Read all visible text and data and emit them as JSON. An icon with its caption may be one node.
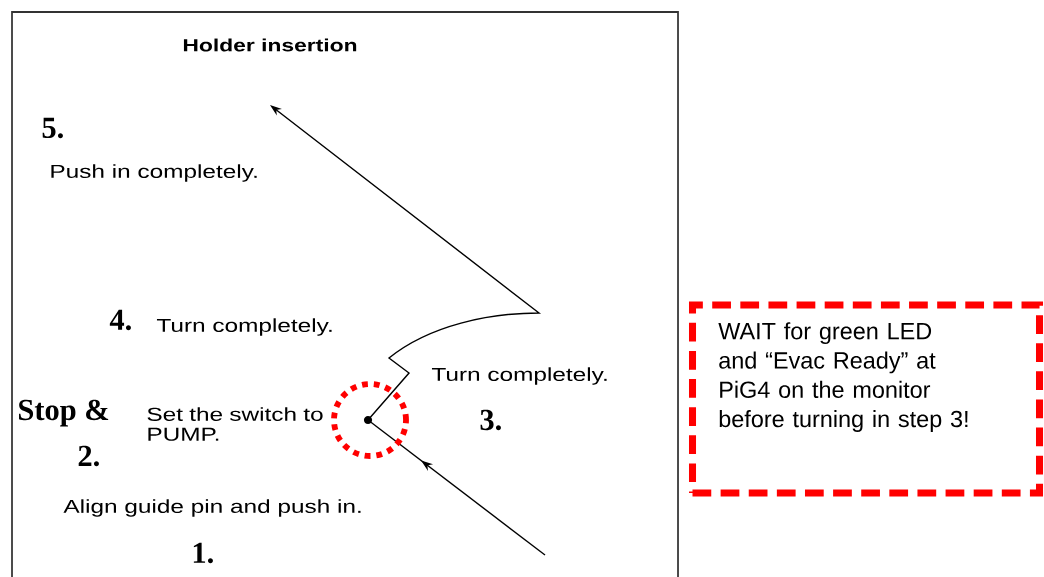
{
  "diagram": {
    "title": "Holder insertion",
    "nodes": [
      {
        "text": [
          "WAIT for green LED and “Evac Ready” at PiG4 on the monitor before turning in step 3!"
        ]
      },
      {
        "text": [],
        "shape": "circle"
      }
    ],
    "labels": [
      "5.",
      "Push in completely.",
      "4.",
      "Turn completely.",
      "Turn completely.",
      "Stop &",
      "Set the switch to PUMP.",
      "3.",
      "2.",
      "Align guide pin and push in.",
      "1."
    ]
  }
}
